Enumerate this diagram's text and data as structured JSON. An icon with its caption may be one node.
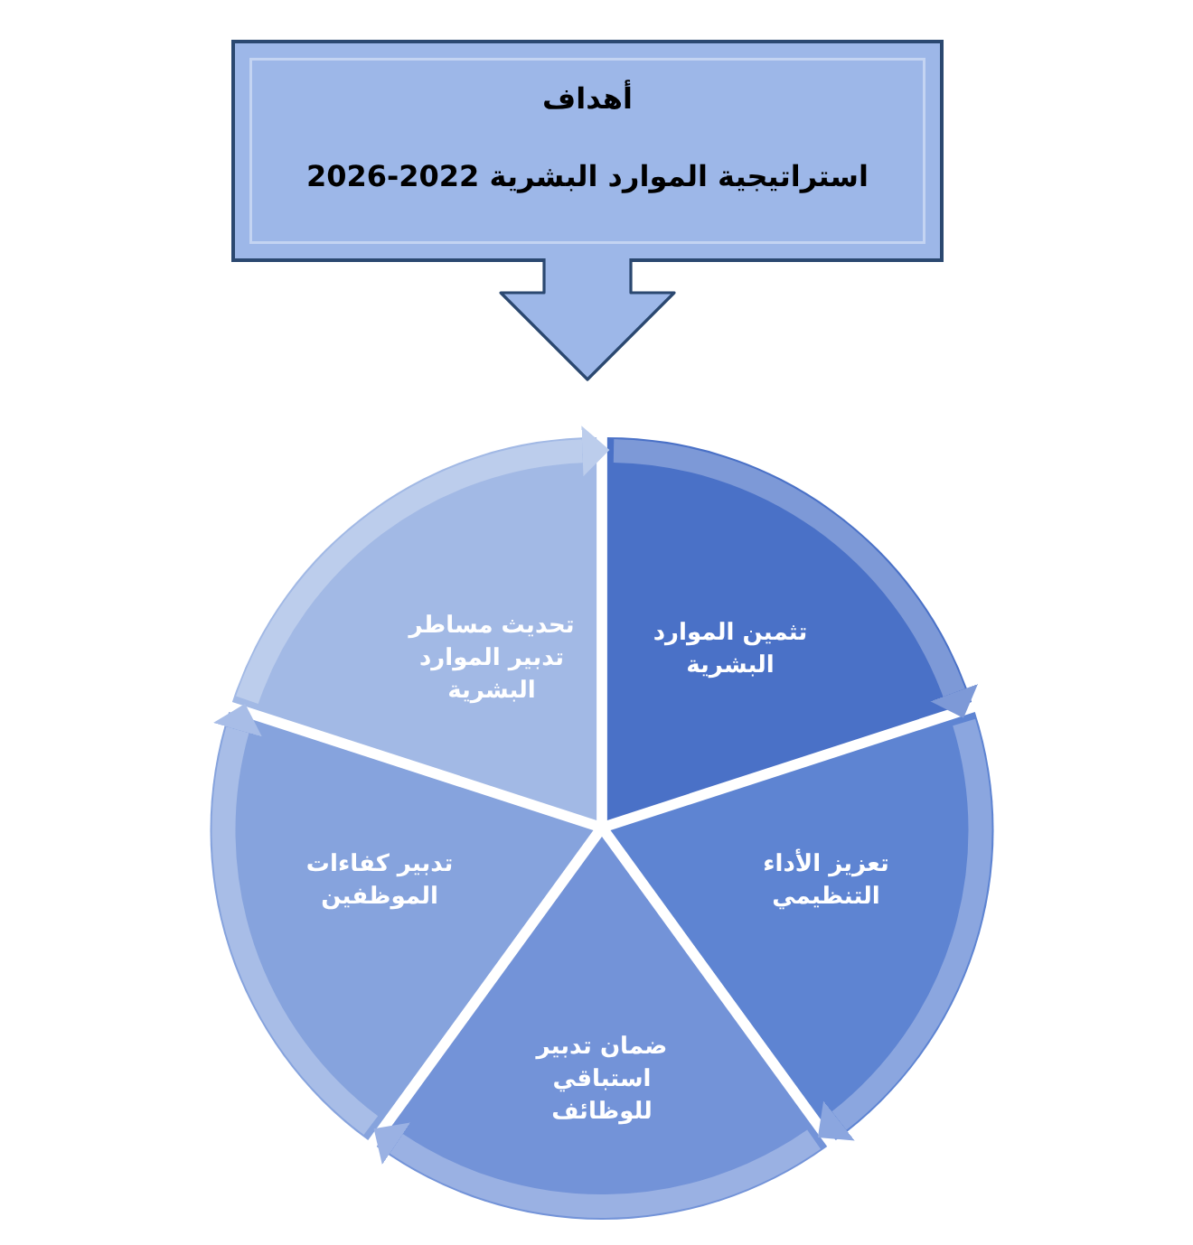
{
  "diagram": {
    "nodes": [
      {
        "text": [
          "أهداف",
          "استراتيجية الموارد البشرية 2022-2026"
        ]
      },
      {
        "text": [
          "تثمين الموارد البشرية"
        ]
      },
      {
        "text": [
          "تعزيز الأداء التنظيمي"
        ]
      },
      {
        "text": [
          "ضمان تدبير استباقي للوظائف"
        ]
      },
      {
        "text": [
          "تدبير كفاءات الموظفين"
        ]
      },
      {
        "text": [
          "تحديث مساطر تدبير الموارد البشرية"
        ]
      }
    ],
    "edges": [
      {
        "from": 0,
        "to": null,
        "arrow": "to"
      },
      {
        "from": 1,
        "to": 2,
        "arrow": "to"
      },
      {
        "from": 2,
        "to": 3,
        "arrow": "to"
      },
      {
        "from": 3,
        "to": 4,
        "arrow": "to"
      },
      {
        "from": 4,
        "to": 5,
        "arrow": "to"
      },
      {
        "from": 5,
        "to": 1,
        "arrow": "to"
      }
    ]
  }
}
